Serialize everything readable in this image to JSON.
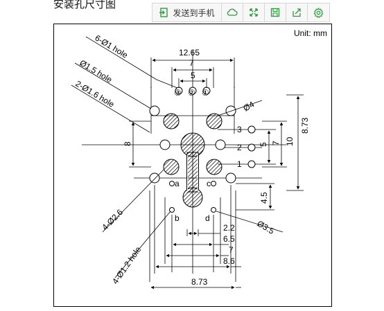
{
  "page": {
    "title": "安装孔尺寸图"
  },
  "toolbar": {
    "send_label": "发送到手机",
    "icons": [
      "send-to-phone-icon",
      "cloud-icon",
      "fullscreen-icon",
      "save-icon",
      "share-icon",
      "settings-icon"
    ],
    "accent": "#2a9d3a"
  },
  "figure": {
    "unit": "Unit: mm",
    "callouts": {
      "hole1": "6-Ø1 hole",
      "hole15": "Ø1.5 hole",
      "hole16": "2-Ø1.6 hole",
      "hole26": "4-Ø2.6",
      "hole12": "4-Ø1.2 hole",
      "d4": "Ø4",
      "d35": "Ø3.5"
    },
    "dims_top": [
      "12.65",
      "7",
      "5"
    ],
    "dims_right": [
      "8.73",
      "5",
      "7",
      "10"
    ],
    "dims_left": [
      "8"
    ],
    "dim_right_small": "4.5",
    "dims_bottom": [
      "2.2",
      "6.5",
      "7",
      "8.6",
      "8.73"
    ],
    "pin_numbers_top": [
      "③",
      "②",
      "①"
    ],
    "pin_numbers_right": [
      "3",
      "2",
      "1"
    ],
    "letters": [
      "a",
      "b",
      "c",
      "d"
    ]
  }
}
